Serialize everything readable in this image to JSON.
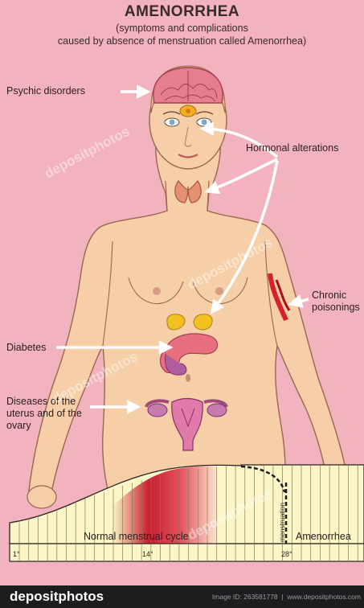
{
  "title": "AMENORRHEA",
  "subtitle_line1": "(symptoms and complications",
  "subtitle_line2": "caused by absence of menstruation called Amenorrhea)",
  "labels": {
    "psychic": "Psychic disorders",
    "hormonal": "Hormonal alterations",
    "chronic": "Chronic\npoisonings",
    "diabetes": "Diabetes",
    "uterus": "Diseases of the\nuterus and of the\novary"
  },
  "cycle": {
    "normal_label": "Normal menstrual cycle",
    "amenorrhea_label": "Amenorrhea",
    "menstruation_label": "menstruation",
    "day_labels": [
      "1°",
      "14°",
      "28°"
    ]
  },
  "watermark": "depositphotos",
  "footer": {
    "logo": "depositphotos",
    "image_id": "Image ID: 263581778",
    "url": "www.depositphotos.com"
  },
  "colors": {
    "background": "#f2b3bf",
    "skin": "#f6cfa8",
    "brain": "#e57e8e",
    "organ": "#d06a94",
    "arrow": "#ffffff",
    "grid_cream": "#fbf6c8",
    "grid_red": "#d93040"
  }
}
